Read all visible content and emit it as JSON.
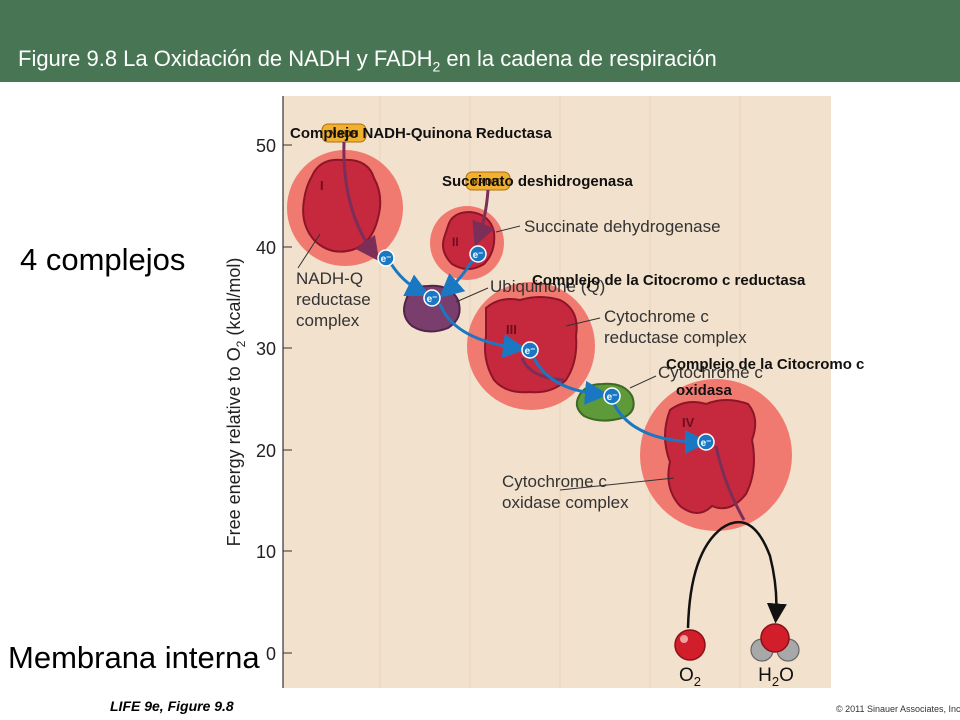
{
  "header": {
    "title_prefix": "Figure 9.8  La Oxidación de NADH y FADH",
    "title_sub": "2",
    "title_suffix": " en la cadena de respiración"
  },
  "side_labels": {
    "complexes": "4 complejos",
    "membrane": "Membrana interna"
  },
  "axis": {
    "ylabel_main": "Free energy relative to O",
    "ylabel_sub": "2",
    "ylabel_unit": " (kcal/mol)",
    "ticks": [
      "50",
      "40",
      "30",
      "20",
      "10",
      "0"
    ]
  },
  "complexes": {
    "I": {
      "roman": "I",
      "english": [
        "NADH-Q",
        "reductase",
        "complex"
      ],
      "spanish": "Complejo NADH-Quinona Reductasa",
      "input": "NADH"
    },
    "II": {
      "roman": "II",
      "english": [
        "Succinate dehydrogenase"
      ],
      "spanish": "Succinato deshidrogenasa",
      "input": "FADH₂"
    },
    "Q": {
      "english": [
        "Ubiquinone (Q)"
      ]
    },
    "III": {
      "roman": "III",
      "english": [
        "Cytochrome c",
        "reductase complex"
      ],
      "spanish": "Complejo de la Citocromo c reductasa"
    },
    "CYTC": {
      "english": [
        "Cytochrome c"
      ]
    },
    "IV": {
      "roman": "IV",
      "english": [
        "Cytochrome c",
        "oxidase complex"
      ],
      "spanish": [
        "Complejo de la Citocromo c",
        "oxidasa"
      ]
    }
  },
  "electron_label": "e⁻",
  "molecules": {
    "o2": {
      "main": "O",
      "sub": "2"
    },
    "h2o": {
      "pre": "H",
      "sub": "2",
      "post": "O"
    }
  },
  "footer": {
    "left": "LIFE 9e, Figure 9.8",
    "right": "© 2011 Sinauer Associates, Inc."
  },
  "colors": {
    "header": "#487654",
    "panel": "#f2e1cc",
    "halo": "#f07a70",
    "protein_red": "#c6283e",
    "ubiquinone": "#7a3e6e",
    "cytochrome_c": "#5f9a3a",
    "arrow_blue": "#1a78c2",
    "arrow_purple": "#7b2e58",
    "label_box": "#f0b030"
  }
}
